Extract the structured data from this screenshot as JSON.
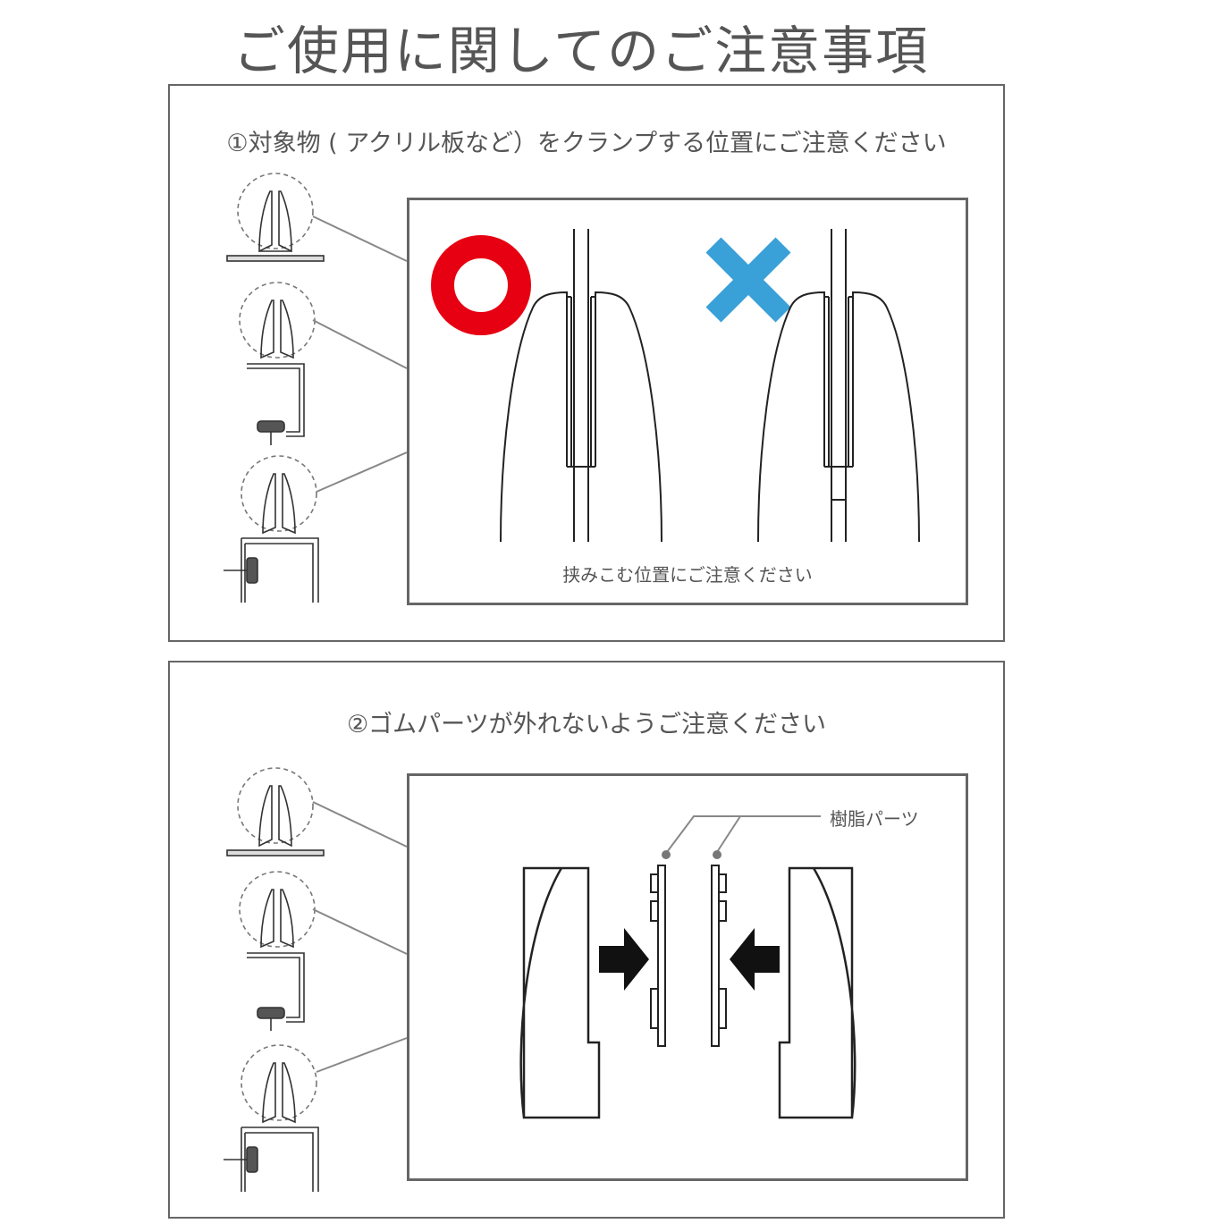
{
  "title": "ご使用に関してのご注意事項",
  "section1": {
    "heading": "①対象物 ( アクリル板など）をクランプする位置にご注意ください",
    "caption": "挟みこむ位置にご注意ください",
    "good_mark": "good-circle-icon",
    "bad_mark": "bad-cross-icon",
    "good_color": "#e60012",
    "bad_color": "#3aa0d8"
  },
  "section2": {
    "heading": "②ゴムパーツが外れないようご注意ください",
    "label": "樹脂パーツ"
  },
  "clamp_variants": [
    "flat-base-clamp",
    "desk-clamp-vertical-screw",
    "desk-clamp-side-screw"
  ]
}
